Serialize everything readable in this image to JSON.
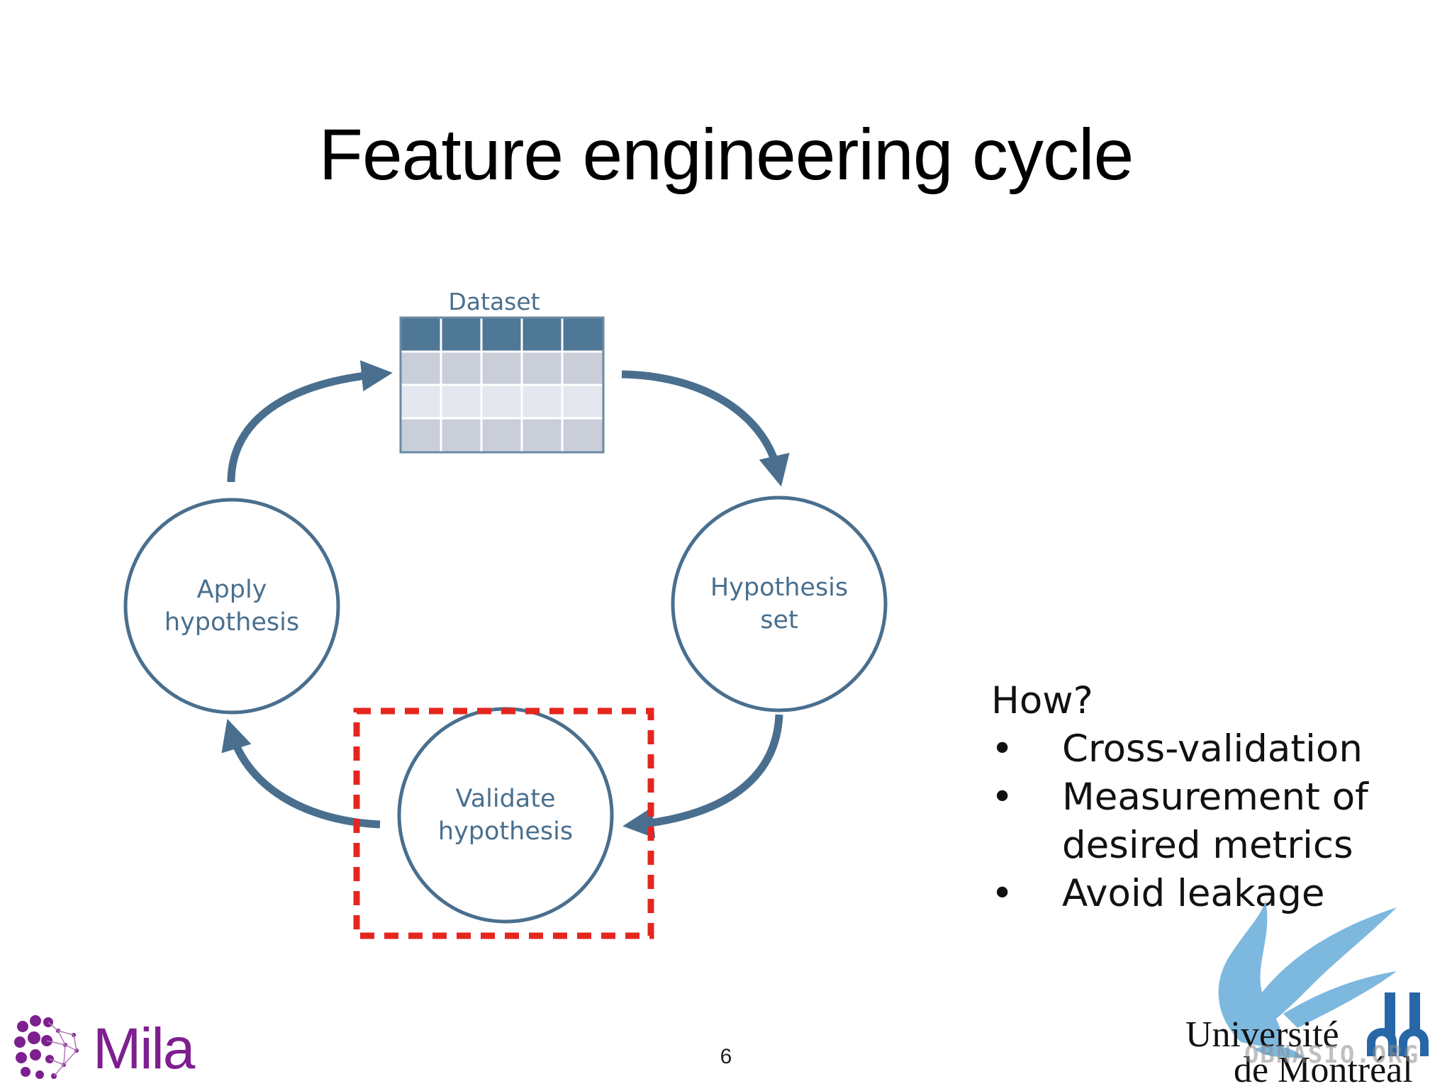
{
  "slide": {
    "title": "Feature engineering cycle",
    "page_number": "6"
  },
  "diagram": {
    "dataset_label": "Dataset",
    "nodes": {
      "hypothesis_set": [
        "Hypothesis",
        "set"
      ],
      "validate": [
        "Validate",
        "hypothesis"
      ],
      "apply": [
        "Apply",
        "hypothesis"
      ]
    },
    "colors": {
      "accent": "#4a6f8e",
      "table_header": "#4f7796",
      "table_row_dark": "#c9ced9",
      "table_row_light": "#e4e7ee",
      "highlight_box": "#e4261f"
    }
  },
  "how": {
    "title": "How?",
    "bullet_symbol": "•",
    "items": [
      "Cross-validation",
      "Measurement of desired metrics",
      "Avoid leakage"
    ]
  },
  "logos": {
    "left": "Mila",
    "right_line1": "Université",
    "right_line2": "de Montréal",
    "watermark": "OBNASIO.ORG"
  }
}
